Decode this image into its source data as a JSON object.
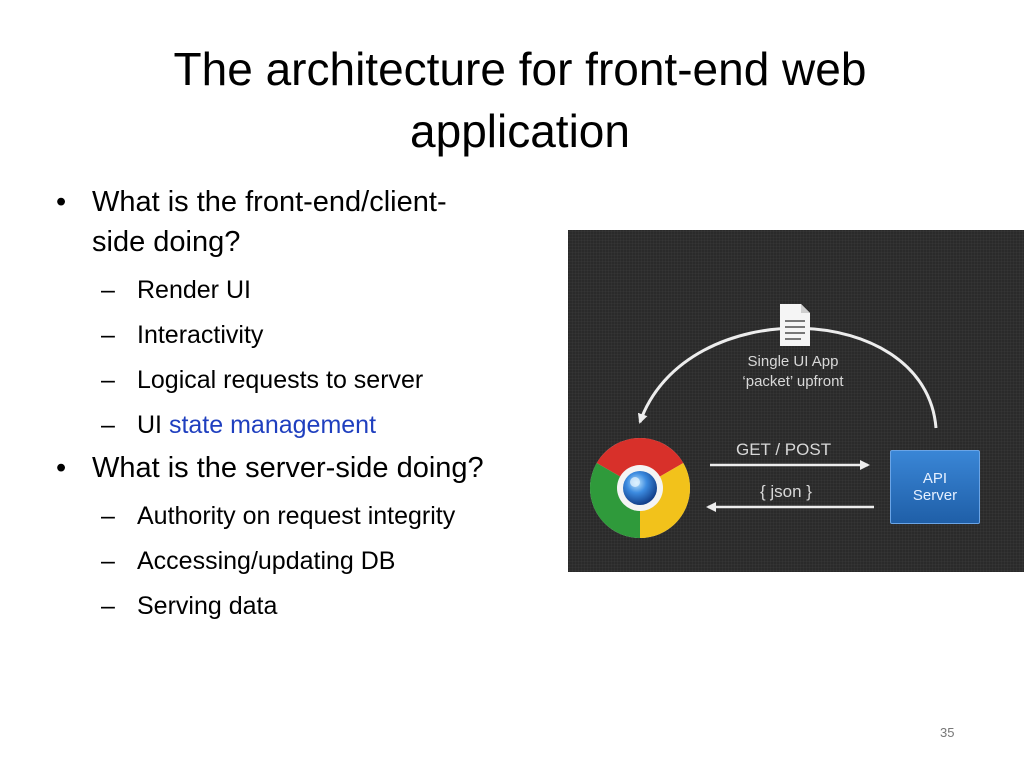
{
  "slide": {
    "title_line1": "The architecture for front-end web",
    "title_line2": "application",
    "page_number": "35"
  },
  "bullets": [
    {
      "text": "What is the front-end/client-side doing?",
      "line1": "What is the front-end/client-",
      "line2": "side doing?",
      "subs": [
        {
          "text": "Render UI"
        },
        {
          "text": "Interactivity"
        },
        {
          "text": "Logical requests to server"
        },
        {
          "prefix": "UI",
          "link": "state management"
        }
      ]
    },
    {
      "text": "What is the server-side doing?",
      "subs": [
        {
          "text": "Authority on request integrity"
        },
        {
          "text": "Accessing/updating DB"
        },
        {
          "text": "Serving data"
        }
      ]
    }
  ],
  "figure": {
    "caption_line1": "Single UI App",
    "caption_line2": "‘packet’ upfront",
    "request_label": "GET / POST",
    "response_label": "{ json }",
    "api_line1": "API",
    "api_line2": "Server",
    "icons": [
      "document-icon",
      "chrome-browser-icon"
    ]
  },
  "colors": {
    "link": "#1f3fbf",
    "figure_bg": "#2a2a2a",
    "api_box": "#2a6fbf"
  }
}
